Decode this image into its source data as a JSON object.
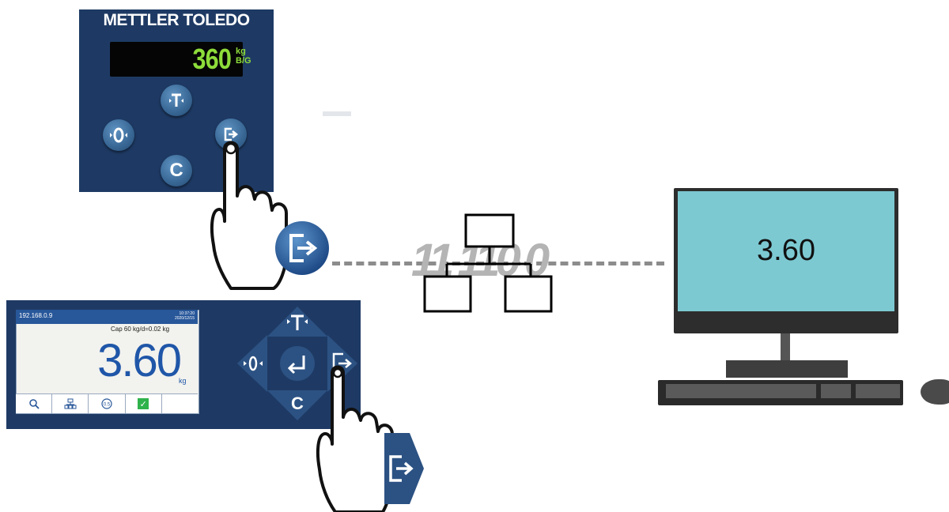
{
  "top_terminal": {
    "brand": "METTLER TOLEDO",
    "display_value": "360",
    "display_unit": "kg",
    "display_mode": "B/G",
    "keys": [
      "tare-key",
      "zero-key",
      "print-key",
      "clear-key"
    ],
    "key_labels": {
      "clear": "C"
    }
  },
  "bottom_terminal": {
    "ip": "192.168.0.9",
    "time": "10:37:20",
    "date": "2020/12/15",
    "capacity": "Cap 60 kg/d=0.02 kg",
    "value": "3.60",
    "unit": "kg",
    "softkeys": [
      "search-icon",
      "network-icon",
      "zero-icon",
      "check-icon",
      ""
    ],
    "nav_keys": {
      "clear": "C"
    }
  },
  "network": {
    "bits_text": "11 110 0"
  },
  "computer": {
    "screen_value": "3.60"
  },
  "colors": {
    "terminal_blue": "#1e3a64",
    "lcd_green": "#8ddc3a",
    "screen_value_blue": "#1f56a8",
    "monitor_screen": "#7cc9d2"
  }
}
